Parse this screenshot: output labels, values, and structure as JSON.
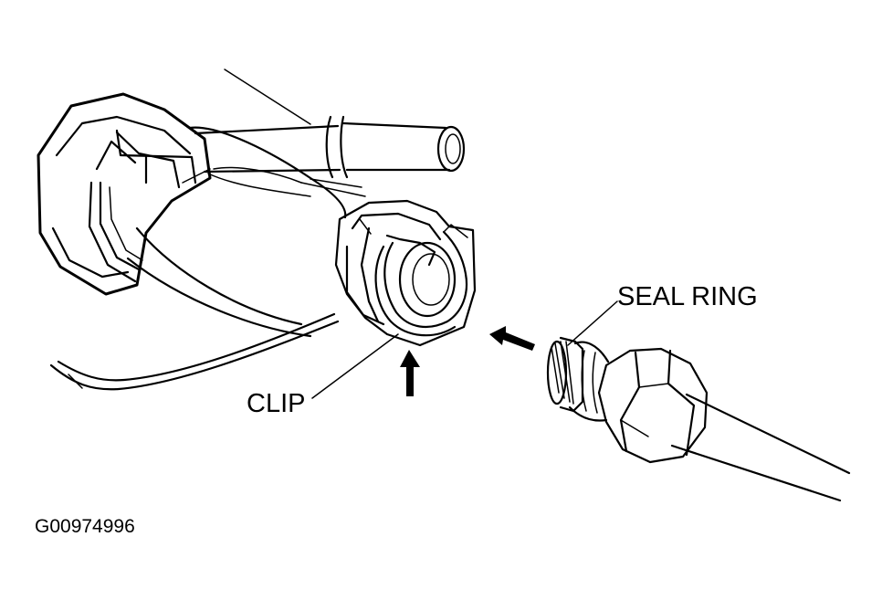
{
  "labels": {
    "seal_ring": "SEAL RING",
    "clip": "CLIP",
    "figure_id": "G00974996"
  },
  "colors": {
    "ink": "#000000",
    "background": "#ffffff"
  }
}
